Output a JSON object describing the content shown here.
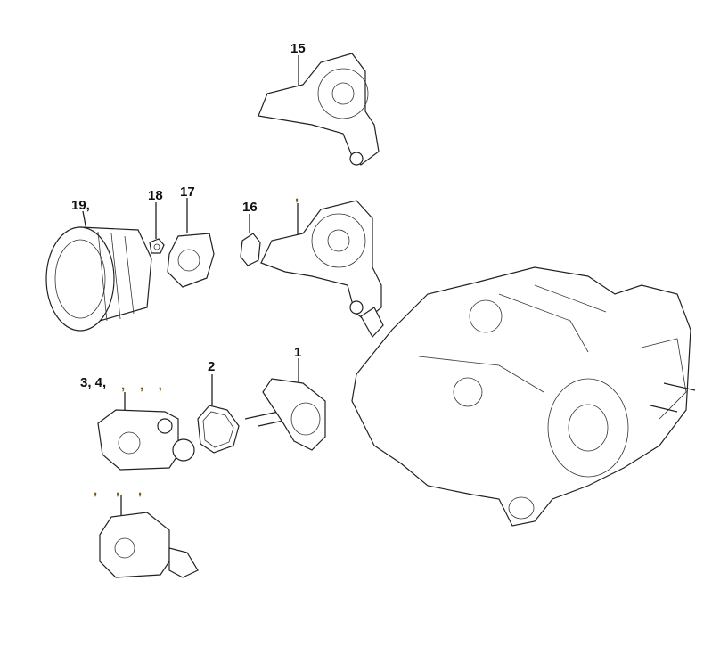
{
  "labels": {
    "part_15": "15",
    "part_19": "19,",
    "part_18": "18",
    "part_17": "17",
    "part_16": "16",
    "part_crankcase_half": ",",
    "part_2": "2",
    "part_1": "1",
    "part_3_4": "3, 4,",
    "part_3_4_extra": ",    ,    ,",
    "part_carb_alt": ",     ,     ,"
  }
}
